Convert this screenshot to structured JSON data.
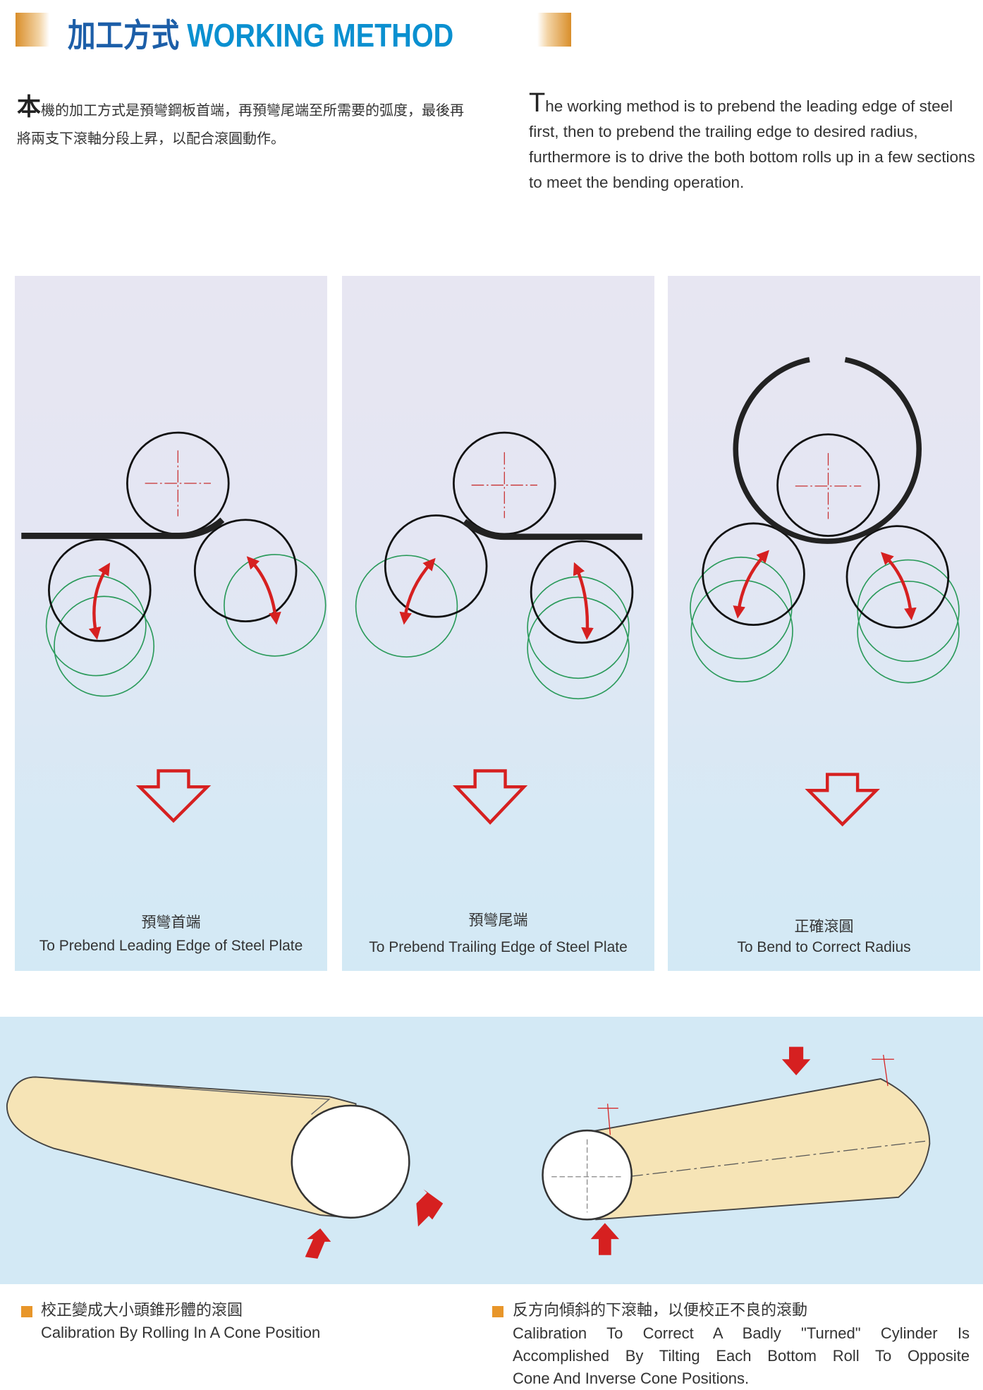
{
  "header": {
    "title_zh": "加工方式",
    "title_en": "WORKING METHOD"
  },
  "intro": {
    "zh_first": "本",
    "zh_rest": "機的加工方式是預彎鋼板首端，再預彎尾端至所需要的弧度，最後再將兩支下滾軸分段上昇，以配合滾圓動作。",
    "en_first": "T",
    "en_rest": "he working method is to prebend the leading edge of steel first, then to prebend the trailing edge to desired radius, furthermore is to drive the both bottom rolls up in a few sections to meet the bending operation."
  },
  "panels": [
    {
      "label_zh": "預彎首端",
      "label_en": "To Prebend Leading Edge of Steel Plate"
    },
    {
      "label_zh": "預彎尾端",
      "label_en": "To Prebend Trailing Edge of Steel Plate"
    },
    {
      "label_zh": "正確滾圓",
      "label_en": "To Bend to Correct Radius"
    }
  ],
  "captions": [
    {
      "zh": "校正變成大小頭錐形體的滾圓",
      "en": [
        "Calibration By Rolling In A Cone Position"
      ]
    },
    {
      "zh": "反方向傾斜的下滾軸，以便校正不良的滾動",
      "en": [
        "Calibration To Correct A Badly \"Turned\" Cylinder Is",
        "Accomplished By Tilting Each Bottom Roll To Opposite",
        "Cone And Inverse Cone Positions."
      ]
    }
  ],
  "colors": {
    "accent_blue": "#0a90d0",
    "arrow_red": "#d62020",
    "roll_green": "#2a9a5a",
    "bullet_orange": "#e8962a"
  }
}
